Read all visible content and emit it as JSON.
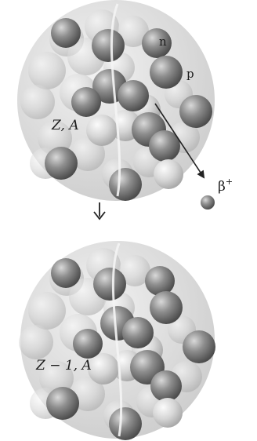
{
  "labels": {
    "neutron": "n",
    "proton": "p",
    "parent_nucleus": "Z, A",
    "daughter_nucleus": "Z − 1, A",
    "emitted_particle": "β",
    "emitted_charge": "+"
  },
  "colors": {
    "neutron": "#8a8a8a",
    "proton": "#d0d0d0",
    "envelope": "#dedede",
    "arrow": "#222222"
  },
  "icons": {
    "transition": "arrow-down-icon"
  }
}
